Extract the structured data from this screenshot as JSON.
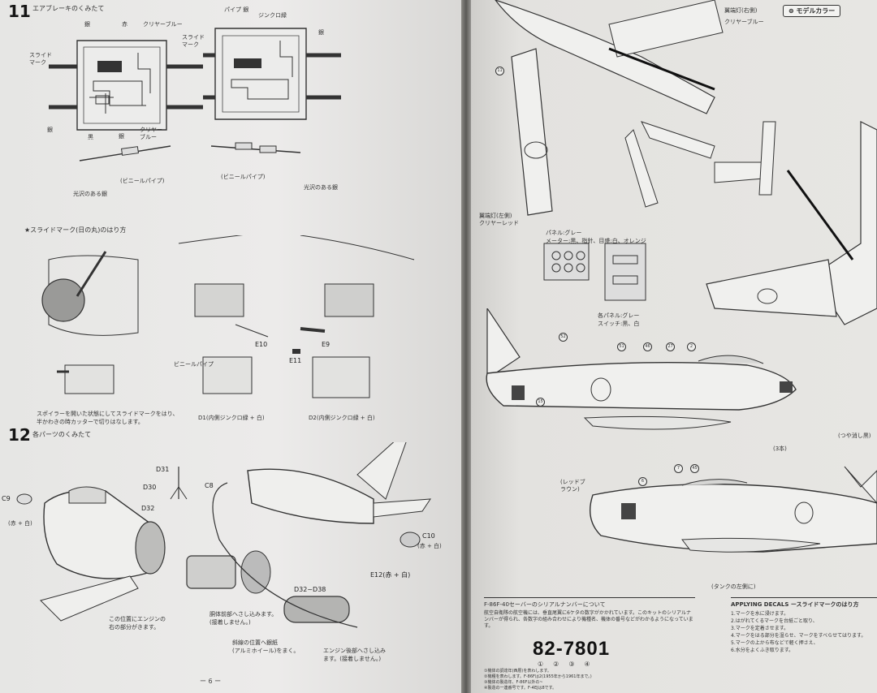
{
  "left_page": {
    "step11": {
      "number": "11",
      "title": "エアブレーキのくみたて",
      "labels": {
        "slide_mark_a": "スライド\nマーク",
        "silver_a": "銀",
        "black_a": "赤",
        "clear_blue_a": "クリヤーブルー",
        "silver_b": "銀",
        "black_b": "黒",
        "clear_blue_b": "クリヤー\nブルー",
        "silver_c": "銀",
        "vinyl_pipe_a": "(ビニールパイプ)",
        "glossy_silver_a": "光沢のある銀",
        "pipe_silver": "パイプ 銀",
        "zinc_chromate": "ジンクロ緑",
        "slide_mark_b": "スライド\nマーク",
        "silver_d": "銀",
        "vinyl_pipe_b": "(ビニールパイプ)",
        "glossy_silver_b": "光沢のある銀"
      }
    },
    "slide_mark": {
      "title": "★スライドマーク(日の丸)のはり方",
      "vinyl_pipe": "ビニールパイプ",
      "caption": "スポイラーを開いた状態にしてスライドマークをはり、半かわきの時カッターで切りはなします。",
      "parts": {
        "e10": "E10",
        "e11": "E11",
        "e9": "E9"
      },
      "d1": "D1(内側ジンクロ緑 + 白)",
      "d2": "D2(内側ジンクロ緑 + 白)"
    },
    "step12": {
      "number": "12",
      "title": "各パーツのくみたて",
      "parts": {
        "c9": "C9",
        "c9_note": "(赤 + 白)",
        "d31": "D31",
        "d30": "D30",
        "d32": "D32",
        "c8": "C8",
        "c10": "C10",
        "c10_note": "(赤 + 白)",
        "e12": "E12(赤 + 白)",
        "d32_d38": "D32~D38"
      },
      "captions": {
        "engine_position": "この位置にエンジンの\n右の部分がきます。",
        "insert_front": "胴体前部へさし込みます。\n(接着しません。)",
        "wrap_foil": "斜線の位置へ銀紙\n(アルミホイール)をまく。",
        "insert_rear": "エンジン後部へさし込み\nます。(接着しません。)"
      },
      "page_number": "ー 6 ー"
    }
  },
  "right_page": {
    "brand": "モデルカラー",
    "top_notes": {
      "red_light": "翼端灯(右側)",
      "clear_blue": "クリヤーブルー"
    },
    "left_wing_note": "翼端灯(左側)\nクリヤーレッド",
    "panel_note": "パネル:グレー\nメーター:黒、指針、目盛:白、オレンジ",
    "side_panel_note": "各パネル:グレー\nスイッチ:黒、白",
    "tank_note": "(3本)",
    "red_brown": "(レッドブ\nラウン)",
    "tank_side": "(タンクの左側に)",
    "gloss_note": "(つや消し黒)",
    "serial_heading": "F-86F-40セーバーのシリアルナンバーについて",
    "serial_text": "航空自衛隊の航空機には、垂直尾翼に6ケタの数字がかかれています。このキットのシリアルナンバーが得られ、各数字の組み合わせにより機種名、機体の番号などがわかるようになっています。",
    "serial_number": "82-7801",
    "serial_circles": [
      "①",
      "②",
      "③",
      "④"
    ],
    "serial_details": "①機体の調達年(西暦)を表わします。\n②機種を表わします。F-86Fは2(1955年から1961年まで。)\n③機体の製造年、F-86F以外の~\n④製造の一連番号です。F-4EJは8です。",
    "applying_title": "APPLYING DECALS ースライドマークのはり方",
    "applying_text": "1.マークを水に浸けます。\n2.はがれてくるマークを台紙ごと取り、\n3.マークを定着させます。\n4.マークをはる部分を湿らせ、マークをすべらせてはります。\n5.マークの上から布などで軽く押さえ、\n6.水分をよくふき取ります。"
  },
  "colors": {
    "paper": "#e8e7e4",
    "ink": "#2a2a2a",
    "shadow": "#5a5956"
  }
}
